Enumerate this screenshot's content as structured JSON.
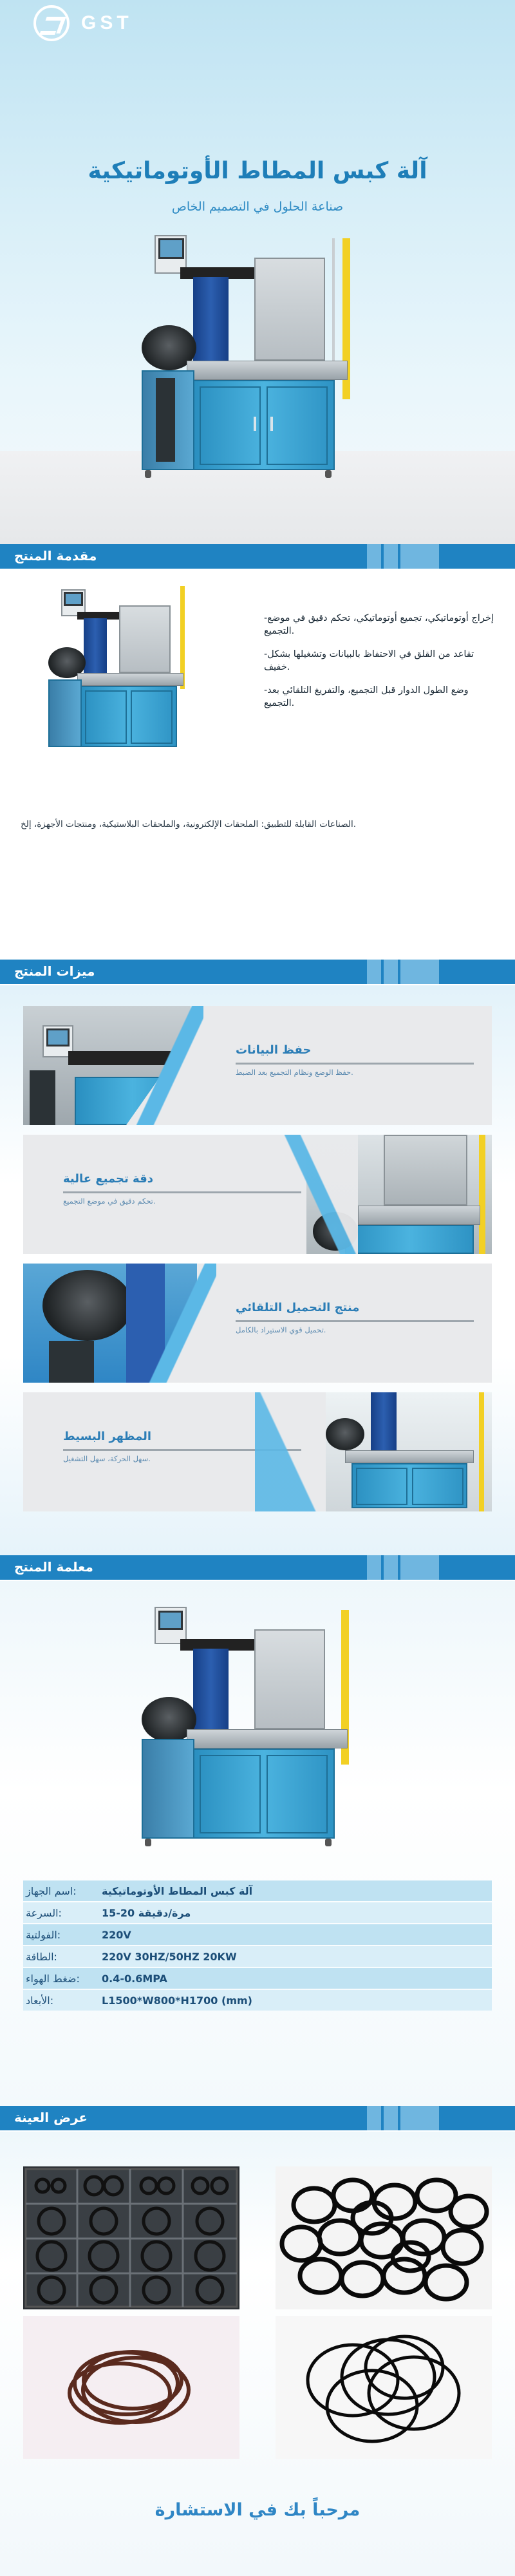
{
  "brand": {
    "name": "GST"
  },
  "hero": {
    "title": "آلة كبس المطاط الأوتوماتيكية",
    "subtitle": "صناعة الحلول في التصميم الخاص"
  },
  "sections": {
    "intro": "مقدمة المنتج",
    "features": "ميزات المنتج",
    "params": "معلمة المنتج",
    "samples": "عرض العينة"
  },
  "intro": {
    "points": [
      "-إخراج أوتوماتيكي، تجميع أوتوماتيكي، تحكم دقيق في موضع التجميع.",
      "-تقاعد من القلق في الاحتفاظ بالبيانات وتشغيلها بشكل خفيف.",
      "-وضع الطول الدوار قبل التجميع، والتفريغ التلقائي بعد التجميع."
    ],
    "applications": "الصناعات القابلة للتطبيق: الملحقات الإلكترونية، والملحقات البلاستيكية، ومنتجات الأجهزة، إلخ."
  },
  "features": [
    {
      "title": "حفظ البيانات",
      "desc": "حفظ الوضع ونظام التجميع بعد الضبط."
    },
    {
      "title": "دقة تجميع عالية",
      "desc": "تحكم دقيق في موضع التجميع."
    },
    {
      "title": "منتج التحميل التلقائي",
      "desc": "تحميل قوي الاستيراد بالكامل."
    },
    {
      "title": "المظهر البسيط",
      "desc": "سهل الحركة، سهل التشغيل."
    }
  ],
  "params": [
    {
      "key": "اسم الجهاز:",
      "value": "آلة كبس المطاط الأوتوماتيكية"
    },
    {
      "key": "السرعة:",
      "value": "15-20 مرة/دقيقة"
    },
    {
      "key": "الفولتية:",
      "value": "220V"
    },
    {
      "key": "الطاقة:",
      "value": "220V 30HZ/50HZ 20KW"
    },
    {
      "key": "ضغط الهواء:",
      "value": "0.4-0.6MPA"
    },
    {
      "key": "الأبعاد:",
      "value": "L1500*W800*H1700 (mm)"
    }
  ],
  "footer": {
    "text": "مرحباً بك في الاستشارة"
  },
  "colors": {
    "accent": "#1f83c2",
    "feature_title": "#2b7db6"
  }
}
